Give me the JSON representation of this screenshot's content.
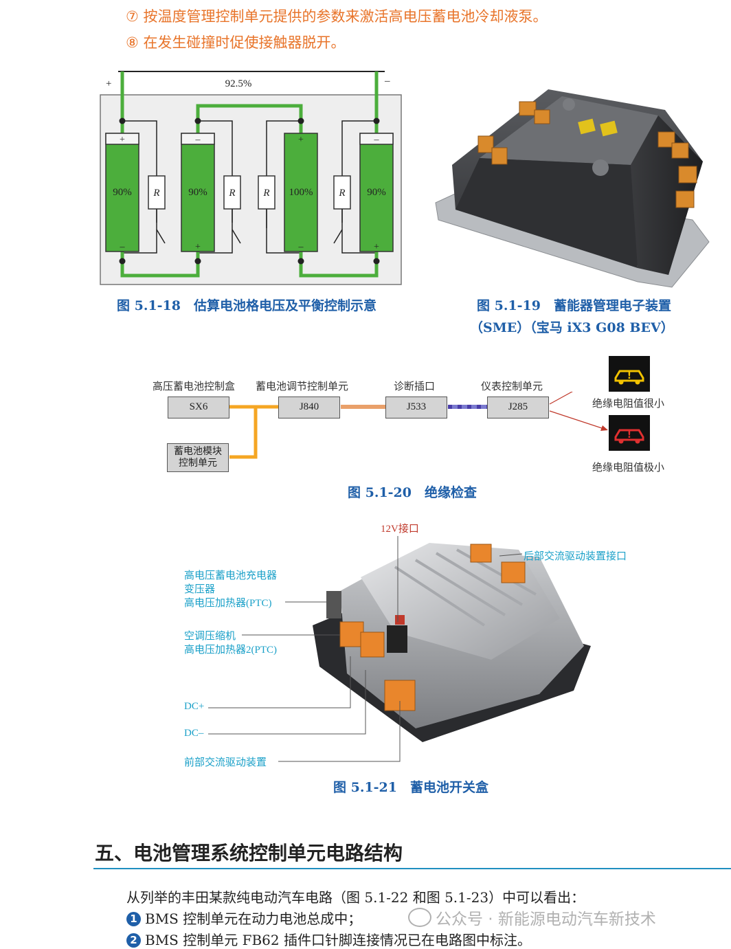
{
  "list_items_top": [
    {
      "marker": "⑦",
      "text": "按温度管理控制单元提供的参数来激活高电压蓄电池冷却液泵。"
    },
    {
      "marker": "⑧",
      "text": "在发生碰撞时促使接触器脱开。"
    }
  ],
  "fig18": {
    "plus": "+",
    "minus": "–",
    "total": "92.5%",
    "cells": [
      {
        "percent": "90%",
        "top_sign": "+",
        "bottom_sign": "–"
      },
      {
        "percent": "90%",
        "top_sign": "–",
        "bottom_sign": "+"
      },
      {
        "percent": "100%",
        "top_sign": "+",
        "bottom_sign": "–"
      },
      {
        "percent": "90%",
        "top_sign": "–",
        "bottom_sign": "+"
      }
    ],
    "resistor_label": "R",
    "caption": "图 5.1-18　估算电池格电压及平衡控制示意"
  },
  "fig19": {
    "caption_line1": "图 5.1-19　蓄能器管理电子装置",
    "caption_line2": "（SME）（宝马 iX3 G08 BEV）"
  },
  "fig20": {
    "labels": {
      "sx6": "高压蓄电池控制盒",
      "j840": "蓄电池调节控制单元",
      "j533": "诊断插口",
      "j285": "仪表控制单元"
    },
    "boxes": {
      "sx6": "SX6",
      "j840": "J840",
      "j533": "J533",
      "j285": "J285",
      "module_line1": "蓄电池模块",
      "module_line2": "控制单元"
    },
    "warnings": [
      {
        "text": "绝缘电阻值很小",
        "color": "#f2c200"
      },
      {
        "text": "绝缘电阻值极小",
        "color": "#e03030"
      }
    ],
    "caption": "图 5.1-20　绝缘检查"
  },
  "fig21": {
    "top_label": "12V接口",
    "right_label": "后部交流驱动装置接口",
    "left_labels": [
      "高电压蓄电池充电器",
      "变压器",
      "高电压加热器(PTC)",
      "空调压缩机",
      "高电压加热器2(PTC)",
      "DC+",
      "DC–",
      "前部交流驱动装置"
    ],
    "caption": "图 5.1-21　蓄电池开关盒"
  },
  "section": {
    "heading": "五、电池管理系统控制单元电路结构",
    "intro": "从列举的丰田某款纯电动汽车电路（图 5.1-22 和图 5.1-23）中可以看出：",
    "points": [
      {
        "num": "1",
        "text": "BMS 控制单元在动力电池总成中；"
      },
      {
        "num": "2",
        "text": "BMS 控制单元 FB62 插件口针脚连接情况已在电路图中标注。"
      }
    ]
  },
  "watermark": {
    "text": "公众号 · 新能源电动汽车新技术"
  }
}
